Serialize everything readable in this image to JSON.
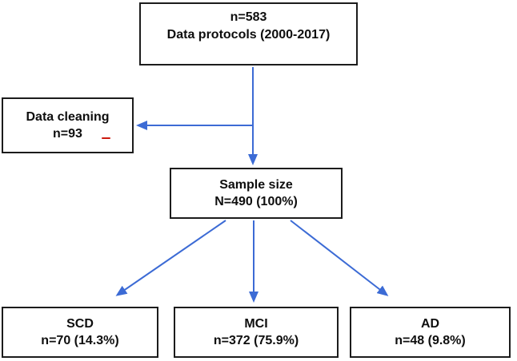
{
  "figure": {
    "type": "flowchart",
    "background": "#ffffff"
  },
  "colors": {
    "arrow": "#3c6bd5",
    "box_border": "#1c1c1c",
    "text": "#0e0e0e",
    "spellcheck_mark": "#cc1a0f"
  },
  "nodes": {
    "protocols": {
      "line1": "n=583",
      "line2": "Data protocols (2000-2017)"
    },
    "cleaning": {
      "line1": "Data cleaning",
      "line2": "n=93"
    },
    "sample": {
      "line1": "Sample size",
      "line2": "N=490 (100%)"
    },
    "scd": {
      "line1": "SCD",
      "line2": "n=70 (14.3%)"
    },
    "mci": {
      "line1": "MCI",
      "line2": "n=372 (75.9%)"
    },
    "ad": {
      "line1": "AD",
      "line2": "n=48 (9.8%)"
    }
  },
  "edges": [
    {
      "from": "data-protocols",
      "to": "sample-size",
      "direction": "down"
    },
    {
      "from": "data-protocols",
      "to": "data-cleaning",
      "direction": "left-branch"
    },
    {
      "from": "sample-size",
      "to": "scd",
      "direction": "down-left"
    },
    {
      "from": "sample-size",
      "to": "mci",
      "direction": "down"
    },
    {
      "from": "sample-size",
      "to": "ad",
      "direction": "down-right"
    }
  ]
}
